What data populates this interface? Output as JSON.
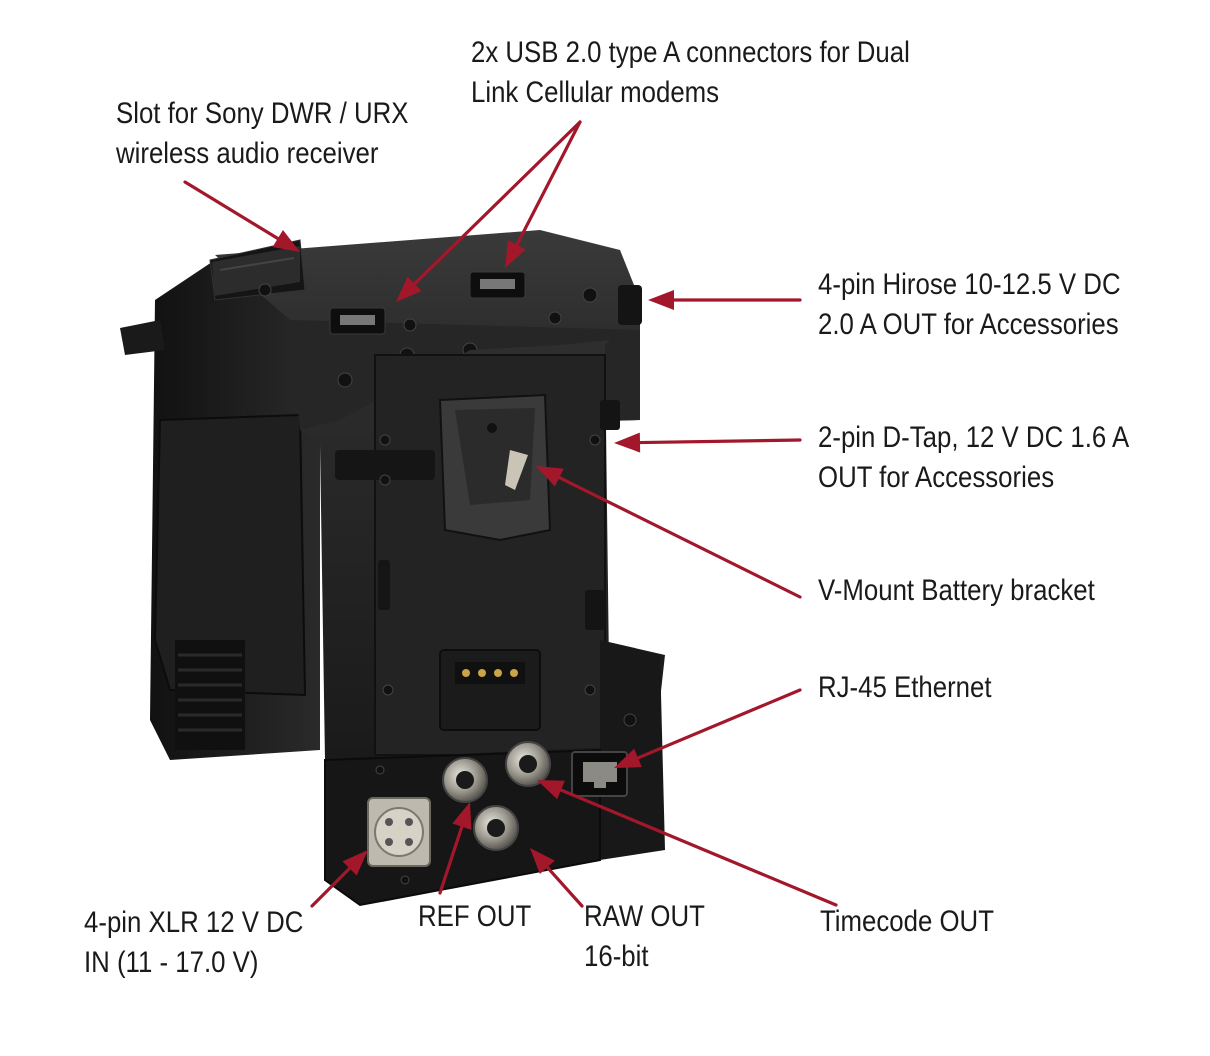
{
  "arrow_color": "#a3172b",
  "device_colors": {
    "body": "#1c1c1c",
    "body_light": "#2b2b2b",
    "metal": "#b9b6ae",
    "gold": "#c9a548"
  },
  "callouts": {
    "dwr_slot": {
      "lines": [
        "Slot for Sony DWR / URX",
        "wireless audio receiver"
      ]
    },
    "usb": {
      "lines": [
        "2x USB 2.0 type A connectors for Dual",
        "Link Cellular modems"
      ]
    },
    "hirose": {
      "lines": [
        "4-pin Hirose 10-12.5 V DC",
        "2.0 A OUT for Accessories"
      ]
    },
    "dtap": {
      "lines": [
        "2-pin D-Tap, 12 V DC 1.6 A",
        "OUT for Accessories"
      ]
    },
    "vmount": {
      "lines": [
        "V-Mount Battery bracket"
      ]
    },
    "ethernet": {
      "lines": [
        "RJ-45 Ethernet"
      ]
    },
    "xlr": {
      "lines": [
        "4-pin XLR 12 V DC",
        "IN  (11 - 17.0 V)"
      ]
    },
    "ref_out": {
      "lines": [
        "REF OUT"
      ]
    },
    "raw_out": {
      "lines": [
        "RAW OUT",
        "16-bit"
      ]
    },
    "timecode": {
      "lines": [
        "Timecode OUT"
      ]
    }
  }
}
